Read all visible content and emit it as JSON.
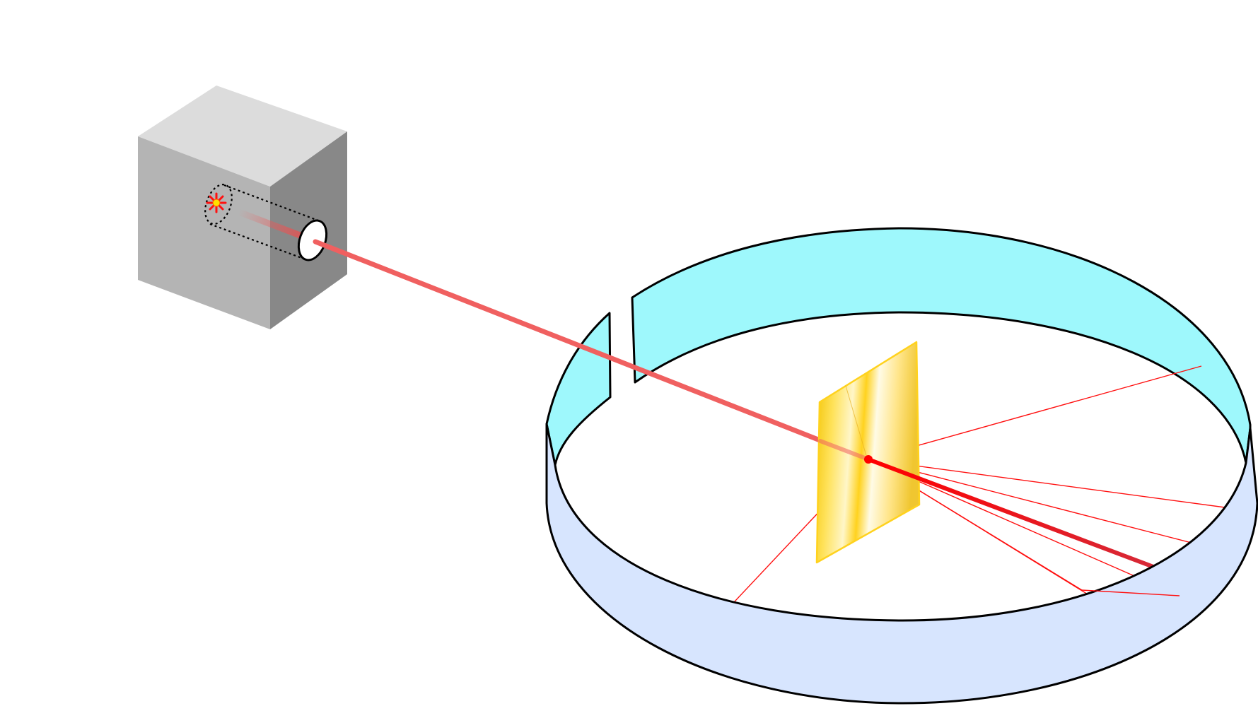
{
  "diagram": {
    "title": "",
    "labels": [],
    "colors": {
      "background": "#ffffff",
      "box_top": "#dcdcdc",
      "box_front": "#b4b4b4",
      "box_side": "#888888",
      "screen_outer_wall": "#9ef8fc",
      "screen_lower_band": "#d7e5fe",
      "gold_foil": "#ffd21e",
      "beam": "#f06060",
      "scatter": "#ff1010",
      "outline": "#000000"
    },
    "components": [
      {
        "id": "radium-source",
        "kind": "radioactive source (starburst)"
      },
      {
        "id": "lead-block",
        "kind": "shielding box"
      },
      {
        "id": "collimator",
        "kind": "dotted cylinder channel with aperture"
      },
      {
        "id": "alpha-beam",
        "kind": "incident beam"
      },
      {
        "id": "detector-screen",
        "kind": "circular fluorescent screen with entry slit"
      },
      {
        "id": "gold-foil",
        "kind": "thin metal foil target"
      },
      {
        "id": "scattered-rays",
        "kind": "deflected beams",
        "count": 8
      }
    ]
  }
}
